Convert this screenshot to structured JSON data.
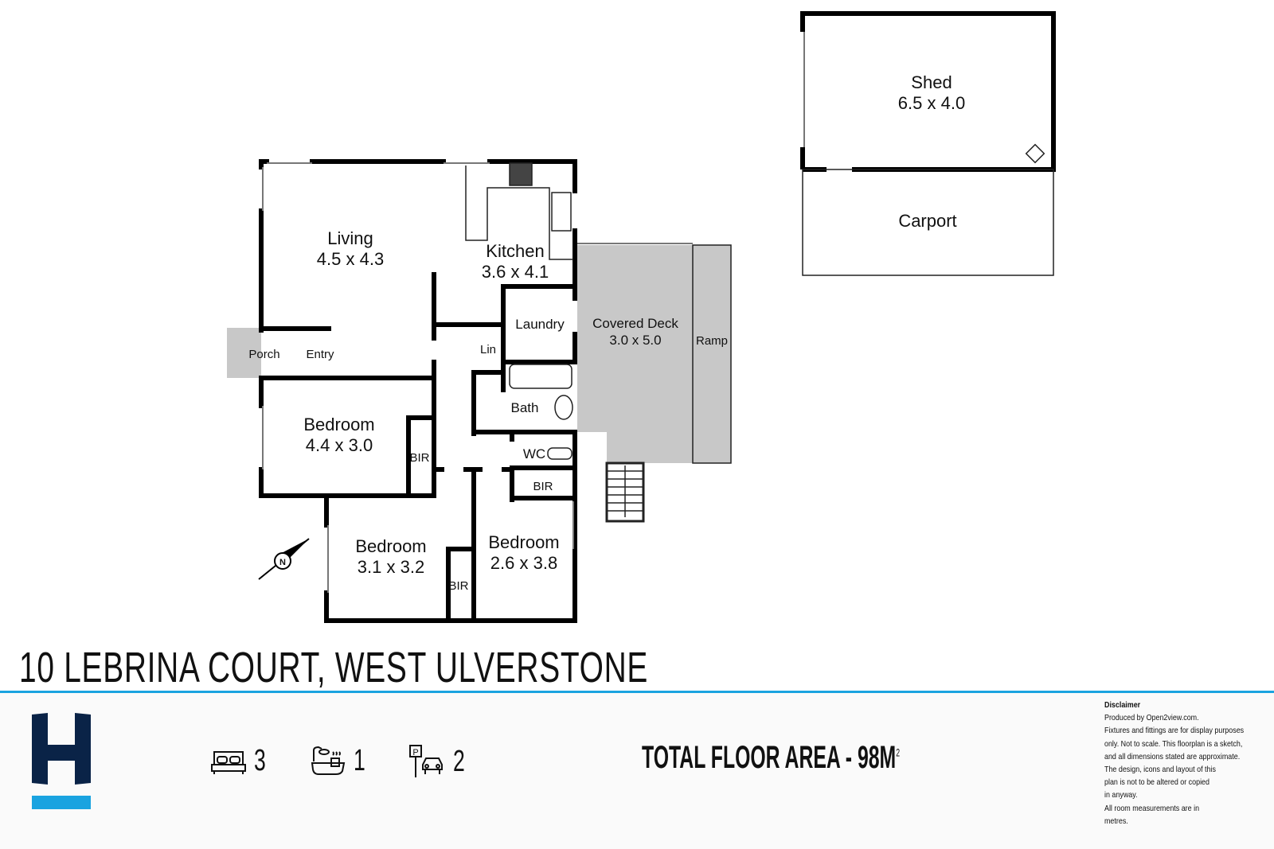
{
  "rooms": {
    "shed": {
      "name": "Shed",
      "dims": "6.5 x 4.0"
    },
    "carport": {
      "name": "Carport"
    },
    "living": {
      "name": "Living",
      "dims": "4.5 x 4.3"
    },
    "kitchen": {
      "name": "Kitchen",
      "dims": "3.6 x 4.1"
    },
    "laundry": {
      "name": "Laundry"
    },
    "covered_deck": {
      "name": "Covered Deck",
      "dims": "3.0 x 5.0"
    },
    "ramp": {
      "name": "Ramp"
    },
    "porch": {
      "name": "Porch"
    },
    "entry": {
      "name": "Entry"
    },
    "lin": {
      "name": "Lin"
    },
    "bath": {
      "name": "Bath"
    },
    "wc": {
      "name": "WC"
    },
    "bedroom1": {
      "name": "Bedroom",
      "dims": "4.4 x 3.0",
      "bir": "BIR"
    },
    "bedroom2": {
      "name": "Bedroom",
      "dims": "3.1 x 3.2",
      "bir": "BIR"
    },
    "bedroom3": {
      "name": "Bedroom",
      "dims": "2.6 x 3.8",
      "bir": "BIR"
    }
  },
  "compass": {
    "label": "N"
  },
  "address": "10 LEBRINA COURT, WEST ULVERSTONE",
  "stats": {
    "bedrooms": "3",
    "bathrooms": "1",
    "parking": "2"
  },
  "total_floor_area": {
    "label": "TOTAL FLOOR AREA - 98M",
    "unit_sup": "2"
  },
  "disclaimer": {
    "heading": "Disclaimer",
    "lines": [
      "Produced by Open2view.com.",
      "Fixtures and fittings are for display purposes",
      "only. Not to scale. This floorplan is a sketch,",
      "and all dimensions stated are approximate.",
      "The design, icons and layout of this",
      "plan is not to be altered or copied",
      "in anyway.",
      "All room measurements are in",
      "metres."
    ]
  },
  "colors": {
    "navy": "#0a2347",
    "accent": "#1aa3e0",
    "deck": "#c8c8c8"
  }
}
